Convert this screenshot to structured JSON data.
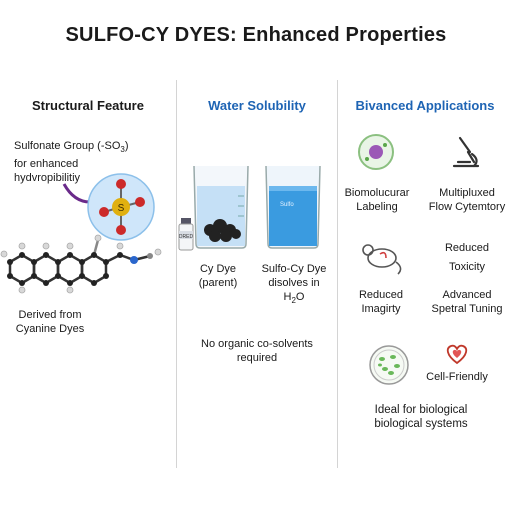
{
  "title": "SULFO-CY DYES: Enhanced Properties",
  "columns": {
    "structural": {
      "heading": "Structural Feature",
      "sulfonate_line1": "Sulfonate Group (-SO",
      "sulfonate_sub": "3",
      "sulfonate_close": ")",
      "sulfonate_line2": "for enhanced",
      "sulfonate_line3": "hydvropibilitiy",
      "derived_line1": "Derived from",
      "derived_line2": "Cyanine Dyes",
      "atom_label": "S"
    },
    "water": {
      "heading": "Water Solubility",
      "vial_label": "DRED",
      "beaker_label": "Sulfo",
      "cy_label_line1": "Cy Dye",
      "cy_label_line2": "(parent)",
      "sulfo_label_line1": "Sulfo-Cy Dye",
      "sulfo_label_line2": "disolves in",
      "sulfo_label_h": "H",
      "sulfo_label_sub": "2",
      "sulfo_label_o": "O",
      "no_solvent_line1": "No organic co-solvents",
      "no_solvent_line2": "required"
    },
    "applications": {
      "heading": "Bivanced Applications",
      "item1_line1": "Biomolucurar",
      "item1_line2": "Labeling",
      "item2_line1": "Multipluxed",
      "item2_line2": "Flow Cytemtory",
      "item3_line1": "Reduced",
      "item3_line2": "Toxicity",
      "item4_line1": "Reduced",
      "item4_line2": "Imagirty",
      "item5_line1": "Advanced",
      "item5_line2": "Spetral Tuning",
      "item6": "Cell-Friendly",
      "ideal_line1": "Ideal for biological",
      "ideal_line2": "biological systems"
    }
  },
  "colors": {
    "heading_blue": "#1e64b4",
    "water_blue": "#3a9be0",
    "sulfur_yellow": "#e0b010",
    "oxygen_red": "#cc2a2a",
    "arrow_purple": "#6a2a8a"
  },
  "icons": [
    "molecule-icon",
    "arrow-icon",
    "vial-icon",
    "beaker-icon",
    "cell-icon",
    "microscope-icon",
    "mouse-icon",
    "petri-dish-icon",
    "heart-icon"
  ]
}
